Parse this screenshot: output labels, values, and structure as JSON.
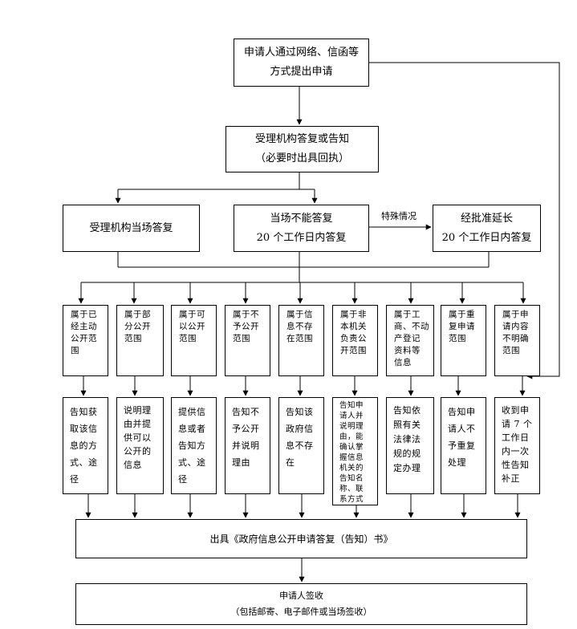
{
  "start": "申请人通过网络、信函等\n方式提出申请",
  "accept": "受理机构答复或告知\n（必要时出具回执）",
  "immediate": "受理机构当场答复",
  "delayed": "当场不能答复\n20 个工作日内答复",
  "special_label": "特殊情况",
  "extended": "经批准延长\n20 个工作日内答复",
  "categories": [
    "属于已\n经主动\n公开范\n围",
    "属于部\n分公开\n范围",
    "属于可\n以公开\n范围",
    "属于不\n予公开\n范围",
    "属于信\n息不存\n在范围",
    "属于非\n本机关\n负责公\n开范围",
    "属于工\n商、不动\n产登记\n资料等\n信息",
    "属于重\n复申请\n范围",
    "属于申\n请内容\n不明确\n范围"
  ],
  "results": [
    "告知获\n取该信\n息的方\n式、途径",
    "说明理\n由并提\n供可以\n公开的\n信息",
    "提供信\n息或者\n告知方\n式、途径",
    "告知不\n予公开\n并说明\n理由",
    "告知该\n政府信\n息不存\n在",
    "告知申\n请人并\n说明理\n由，能\n确认掌\n握信息\n机关的\n告知名\n称、联\n系方式",
    "告知依\n照有关\n法律法\n规的规\n定办理",
    "告知申\n请人不\n予重复\n处理",
    "收到申\n请 7 个\n工作日\n内一次\n性告知\n补正"
  ],
  "issue": "出具《政府信息公开申请答复（告知）书》",
  "sign": "申请人签收\n（包括邮寄、电子邮件或当场签收）"
}
